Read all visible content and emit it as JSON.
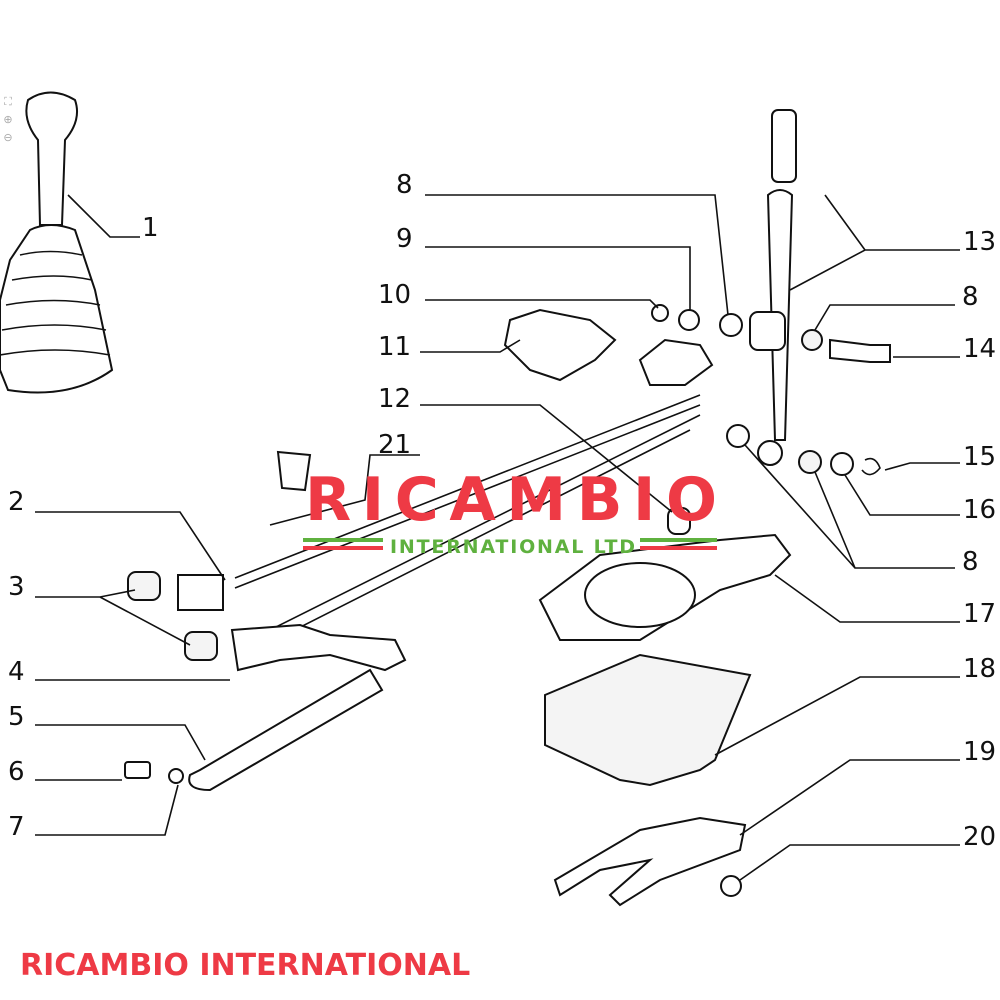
{
  "viewer_tools": [
    {
      "name": "fullscreen-icon",
      "glyph": "⛶"
    },
    {
      "name": "zoom-in-icon",
      "glyph": "⊕"
    },
    {
      "name": "zoom-out-icon",
      "glyph": "⊖"
    }
  ],
  "watermark": {
    "brand": "RICAMBIO",
    "tagline": "INTERNATIONAL LTD",
    "diagonal": "RICAMBIO INTERNATIONAL",
    "red": "#ee3a45",
    "green": "#5fb13f"
  },
  "callouts": [
    "1",
    "2",
    "3",
    "4",
    "5",
    "6",
    "7",
    "8",
    "9",
    "10",
    "11",
    "12",
    "21",
    "13",
    "8",
    "14",
    "15",
    "16",
    "8",
    "17",
    "18",
    "19",
    "20"
  ]
}
